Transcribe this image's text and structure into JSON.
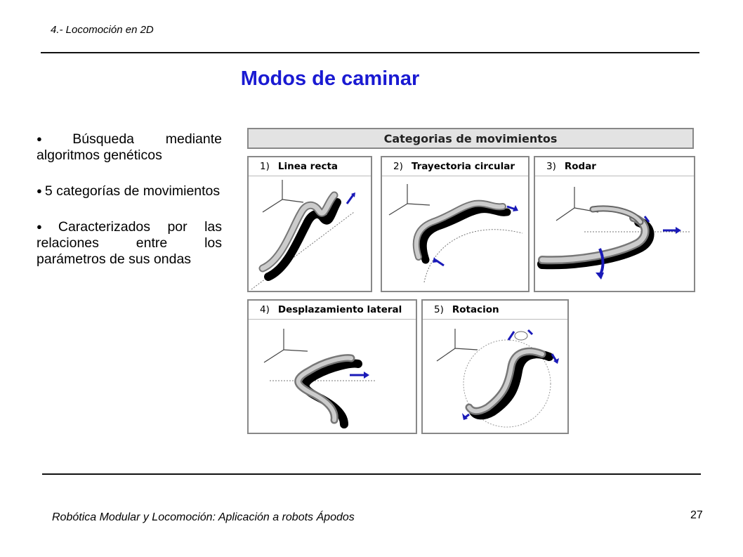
{
  "header": {
    "section": "4.- Locomoción en 2D"
  },
  "title": "Modos de caminar",
  "bullets": [
    "Búsqueda mediante algoritmos genéticos",
    "5 categorías de movimientos",
    "Caracterizados por las relaciones entre los parámetros de sus ondas"
  ],
  "figure": {
    "heading": "Categorias de movimientos",
    "panels": [
      {
        "num": "1)",
        "label": "Linea recta"
      },
      {
        "num": "2)",
        "label": "Trayectoria circular"
      },
      {
        "num": "3)",
        "label": "Rodar"
      },
      {
        "num": "4)",
        "label": "Desplazamiento lateral"
      },
      {
        "num": "5)",
        "label": "Rotacion"
      }
    ]
  },
  "footer": {
    "title": "Robótica Modular y Locomoción: Aplicación a robots Ápodos",
    "page": "27"
  },
  "colors": {
    "title": "#1a1ad2",
    "arrows": "#1a1ab8",
    "frame": "#888888"
  }
}
